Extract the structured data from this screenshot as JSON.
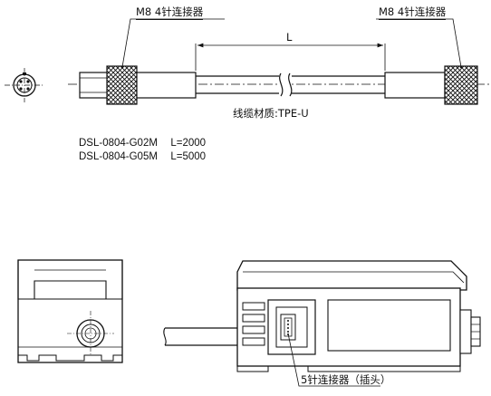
{
  "cable": {
    "connector_label_left": "M8 4针连接器",
    "connector_label_right": "M8 4针连接器",
    "length_symbol": "L",
    "material_label": "线缆材质:TPE-U"
  },
  "models": [
    {
      "part": "DSL-0804-G02M",
      "length": "L=2000"
    },
    {
      "part": "DSL-0804-G05M",
      "length": "L=5000"
    }
  ],
  "amplifier": {
    "connector_label": "5针连接器（插头）"
  }
}
